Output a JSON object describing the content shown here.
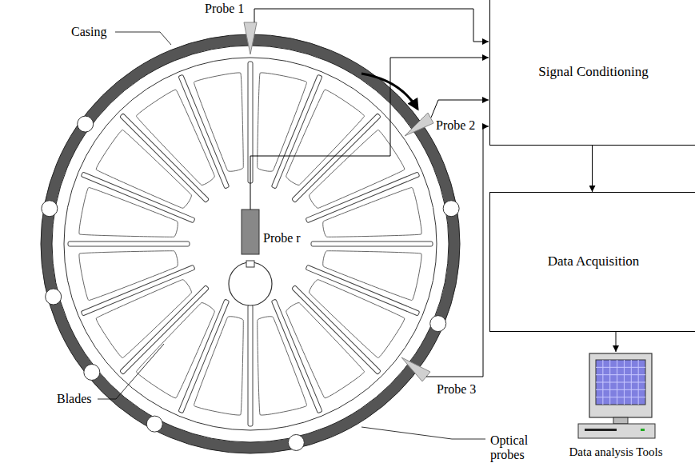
{
  "diagram": {
    "nodes": [
      {
        "text": [
          "Signal Conditioning"
        ]
      },
      {
        "text": [
          "Data Acquisition"
        ]
      },
      {
        "text": [
          "Data analysis Tools"
        ]
      }
    ],
    "edges": [
      {
        "from": 0,
        "to": 1,
        "arrow": "to"
      },
      {
        "from": 1,
        "to": 2,
        "arrow": "to"
      }
    ],
    "labels": [
      "Casing",
      "Probe 1",
      "Probe 2",
      "Probe 3",
      "Probe r",
      "Blades",
      "Optical probes"
    ]
  }
}
